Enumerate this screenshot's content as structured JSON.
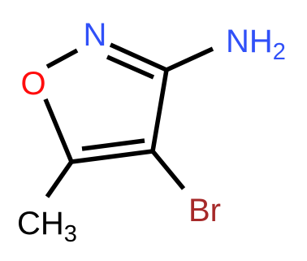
{
  "molecule": {
    "atoms": {
      "n_label": "N",
      "o_label": "O",
      "nh2_main": "NH",
      "nh2_sub": "2",
      "br_label": "Br",
      "ch3_main": "CH",
      "ch3_sub": "3"
    },
    "colors": {
      "nitrogen": "#3050F8",
      "oxygen": "#FF0D0D",
      "bromine": "#A62929",
      "carbon": "#000000",
      "bond": "#000000"
    }
  }
}
